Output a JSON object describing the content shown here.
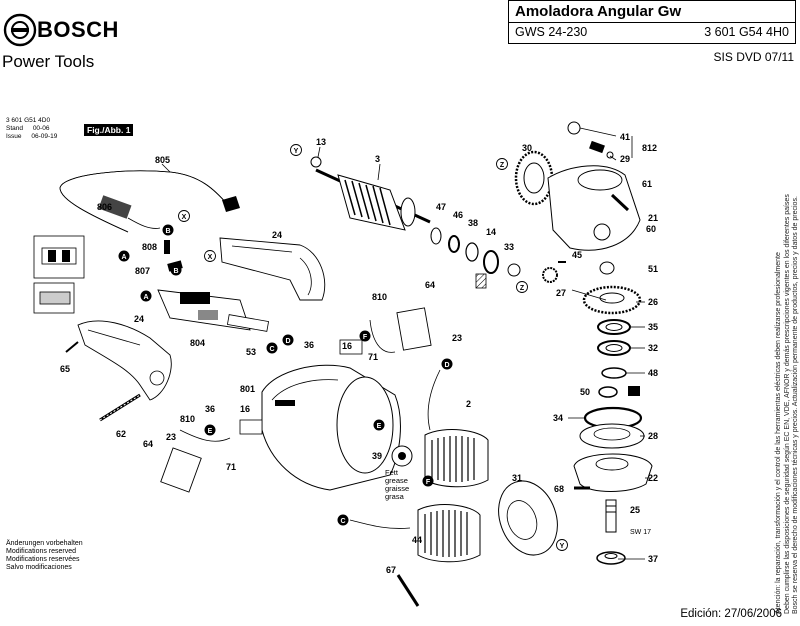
{
  "header": {
    "brand": "BOSCH",
    "subtitle": "Power Tools",
    "title": "Amoladora Angular Gw",
    "model": "GWS 24-230",
    "part_number": "3 601 G54 4H0",
    "doc_code": "SIS DVD 07/11"
  },
  "info": {
    "line1": "3 601 G51 4D0",
    "line2": "Stand",
    "line2b": "00-06",
    "line3": "Issue",
    "line3b": "06-09-19",
    "fig": "Fig./Abb. 1"
  },
  "changes": [
    "Änderungen vorbehalten",
    "Modifications reserved",
    "Modifications reservées",
    "Salvo modificaciones"
  ],
  "side_note": [
    "Atención: la reparación, transformación y el control de las herramientas eléctricas deben realizarse profesionalmente",
    "Deben cumplirse las disposiciones de seguridad según EC EN, VDE, AFNOR y demás prescripciones vigentes en los diferentes países",
    "Bosch se reserva el derecho de modificaciones técnicas y precios. Actualización permanente de productos, precios y datos de precios."
  ],
  "edition": "Edición: 27/06/2006",
  "grease": [
    "Fett",
    "grease",
    "graisse",
    "grasa"
  ],
  "sw": "SW 17",
  "parts": {
    "p805": "805",
    "p806": "806",
    "p808": "808",
    "p807": "807",
    "p804": "804",
    "p24a": "24",
    "p24b": "24",
    "p65": "65",
    "p62": "62",
    "p64a": "64",
    "p64b": "64",
    "p810a": "810",
    "p810b": "810",
    "p23a": "23",
    "p23b": "23",
    "p53": "53",
    "p36a": "36",
    "p36b": "36",
    "p16a": "16",
    "p16b": "16",
    "p71a": "71",
    "p71b": "71",
    "p801": "801",
    "p39": "39",
    "p2": "2",
    "p31": "31",
    "p44": "44",
    "p67": "67",
    "p13": "13",
    "p3": "3",
    "p47": "47",
    "p46": "46",
    "p38": "38",
    "p14": "14",
    "p33": "33",
    "p30": "30",
    "p41": "41",
    "p812": "812",
    "p29": "29",
    "p61": "61",
    "p21": "21",
    "p60": "60",
    "p45": "45",
    "p27": "27",
    "p51": "51",
    "p26": "26",
    "p35": "35",
    "p32": "32",
    "p48": "48",
    "p50": "50",
    "p34": "34",
    "p28": "28",
    "p22": "22",
    "p68": "68",
    "p25": "25",
    "p37": "37"
  },
  "markers": {
    "A": "A",
    "B": "B",
    "C": "C",
    "D": "D",
    "E": "E",
    "F": "F",
    "X": "X",
    "Y": "Y",
    "Z": "Z"
  }
}
